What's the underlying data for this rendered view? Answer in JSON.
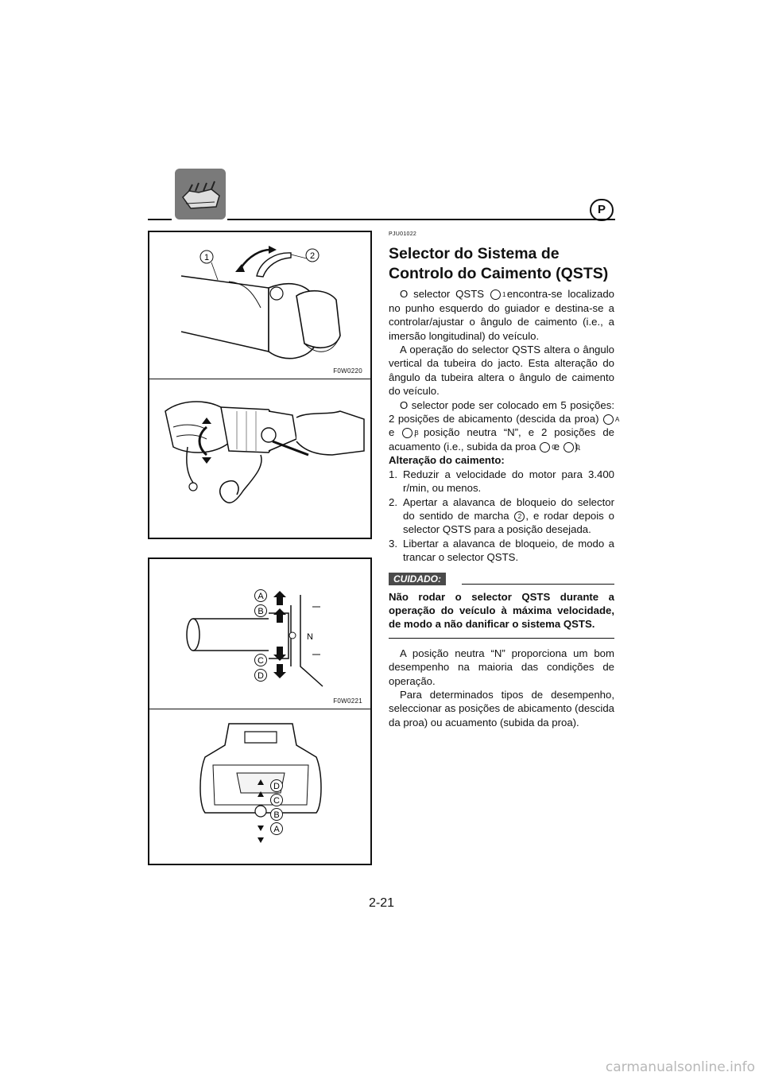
{
  "header": {
    "language_badge": "P"
  },
  "figures": {
    "top": {
      "panel1_code": "F0W0220",
      "callout_1": "1",
      "callout_2": "2"
    },
    "bottom": {
      "panel1_code": "F0W0221",
      "labels": {
        "a": "A",
        "b": "B",
        "c": "C",
        "d": "D",
        "n": "N"
      }
    }
  },
  "content": {
    "doc_code": "PJU01022",
    "title": "Selector do Sistema de Controlo do Caimento (QSTS)",
    "p1": {
      "before": "O selector QSTS ",
      "mark": "1",
      "after": " encontra-se localizado no punho esquerdo do guiador e destina-se a controlar/ajustar o ângulo de caimento (i.e., a imersão longitudinal) do veículo."
    },
    "p2": "A operação do selector QSTS altera o ângulo vertical da tubeira do jacto. Esta alteração do ângulo da tubeira altera o ângulo de caimento do veículo.",
    "p3": {
      "t1": "O selector pode ser colocado em 5 posições: 2 posições de abicamento (descida da proa) ",
      "mA": "A",
      "t2": " e ",
      "mB": "B",
      "t3": ", posição neutra “N”, e 2 posições de acuamento (i.e., subida da proa ",
      "mC": "C",
      "t4": " e ",
      "mD": "D",
      "t5": ")."
    },
    "subheading": "Alteração do caimento:",
    "steps": [
      {
        "num": "1.",
        "text": "Reduzir a velocidade do motor para 3.400 r/min, ou menos."
      },
      {
        "num": "2.",
        "before": "Apertar a alavanca de bloqueio do selector do sentido de marcha ",
        "mark": "2",
        "after": ", e rodar depois o selector QSTS para a posição desejada."
      },
      {
        "num": "3.",
        "text": "Libertar a alavanca de bloqueio, de modo a trancar o selector QSTS."
      }
    ],
    "caution_label": "CUIDADO:",
    "caution_text": "Não rodar o selector QSTS durante a operação do veículo à máxima velocidade, de modo a não danificar o sistema QSTS.",
    "p4": "A posição neutra “N” proporciona um bom desempenho na maioria das condições de operação.",
    "p5": "Para determinados tipos de desempenho, seleccionar as posições de abicamento (descida da proa) ou acuamento (subida da proa)."
  },
  "footer": {
    "page_number": "2-21",
    "watermark": "carmanualsonline.info"
  }
}
